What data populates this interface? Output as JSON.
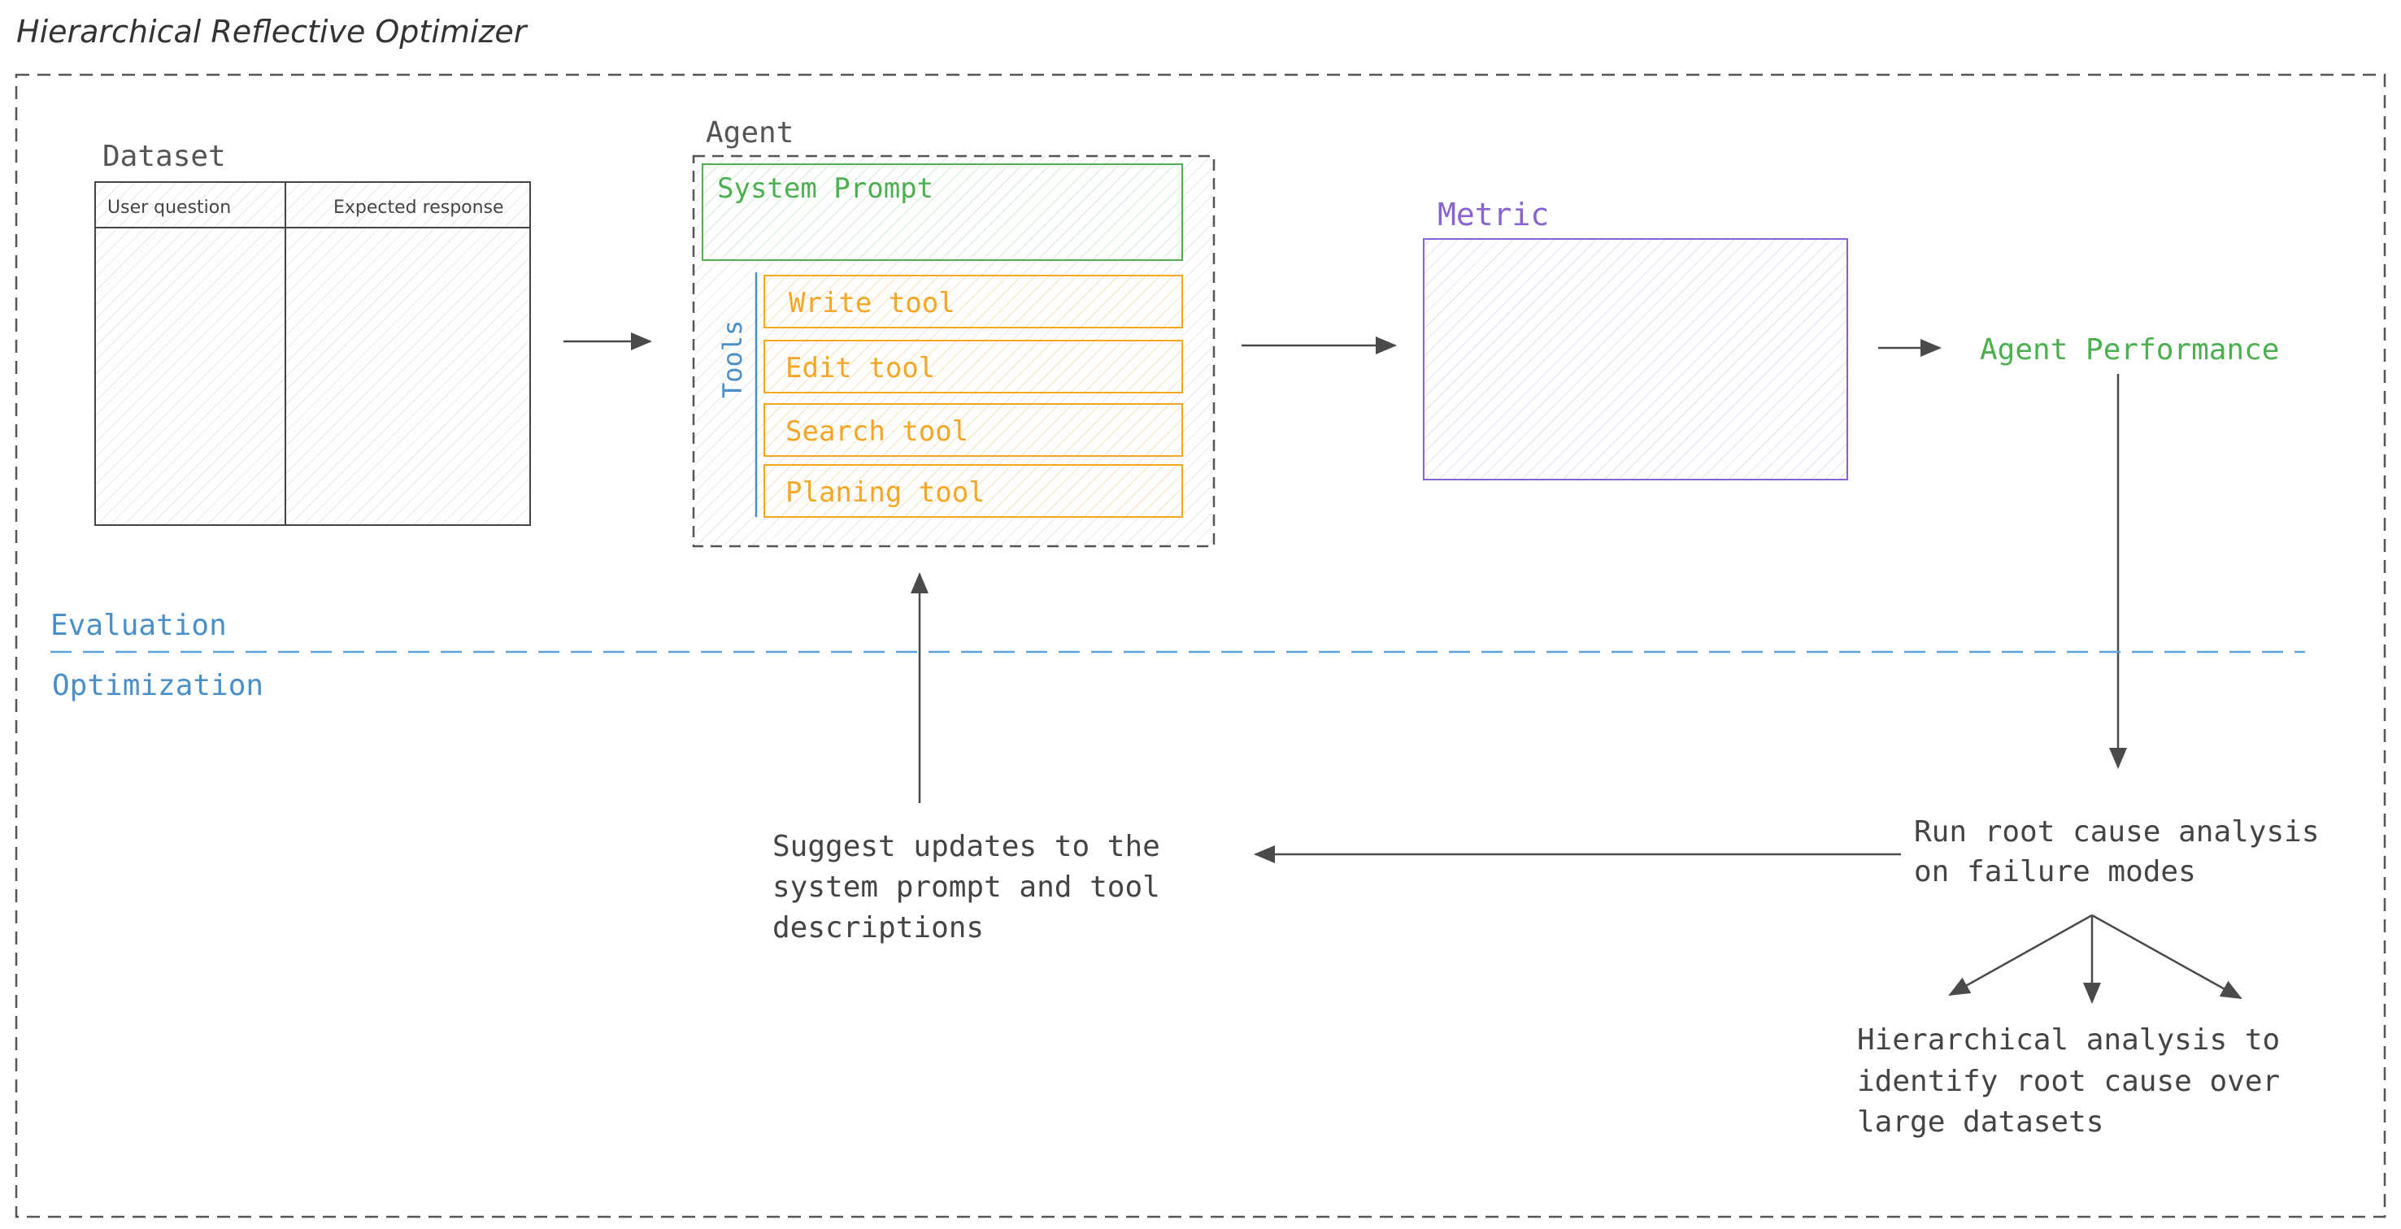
{
  "title": "Hierarchical Reflective Optimizer",
  "dataset": {
    "label": "Dataset",
    "columns": [
      "User question",
      "Expected response"
    ]
  },
  "agent": {
    "label": "Agent",
    "system_prompt": "System Prompt",
    "tools_label": "Tools",
    "tools": [
      "Write tool",
      "Edit tool",
      "Search tool",
      "Planing tool"
    ]
  },
  "metric": {
    "label": "Metric"
  },
  "performance": {
    "label": "Agent Performance"
  },
  "sections": {
    "evaluation": "Evaluation",
    "optimization": "Optimization"
  },
  "steps": {
    "root_cause": [
      "Run root cause analysis",
      "on failure modes"
    ],
    "suggest": [
      "Suggest updates to the",
      "system prompt and tool",
      "descriptions"
    ],
    "hierarchical": [
      "Hierarchical analysis to",
      "identify root cause over",
      "large datasets"
    ]
  },
  "colors": {
    "ink": "#4a4a4a",
    "green": "#4caf50",
    "orange": "#f5a623",
    "blue": "#4a8fc7",
    "purple": "#8a63d2",
    "dashed_blue": "#5ba3d9"
  }
}
